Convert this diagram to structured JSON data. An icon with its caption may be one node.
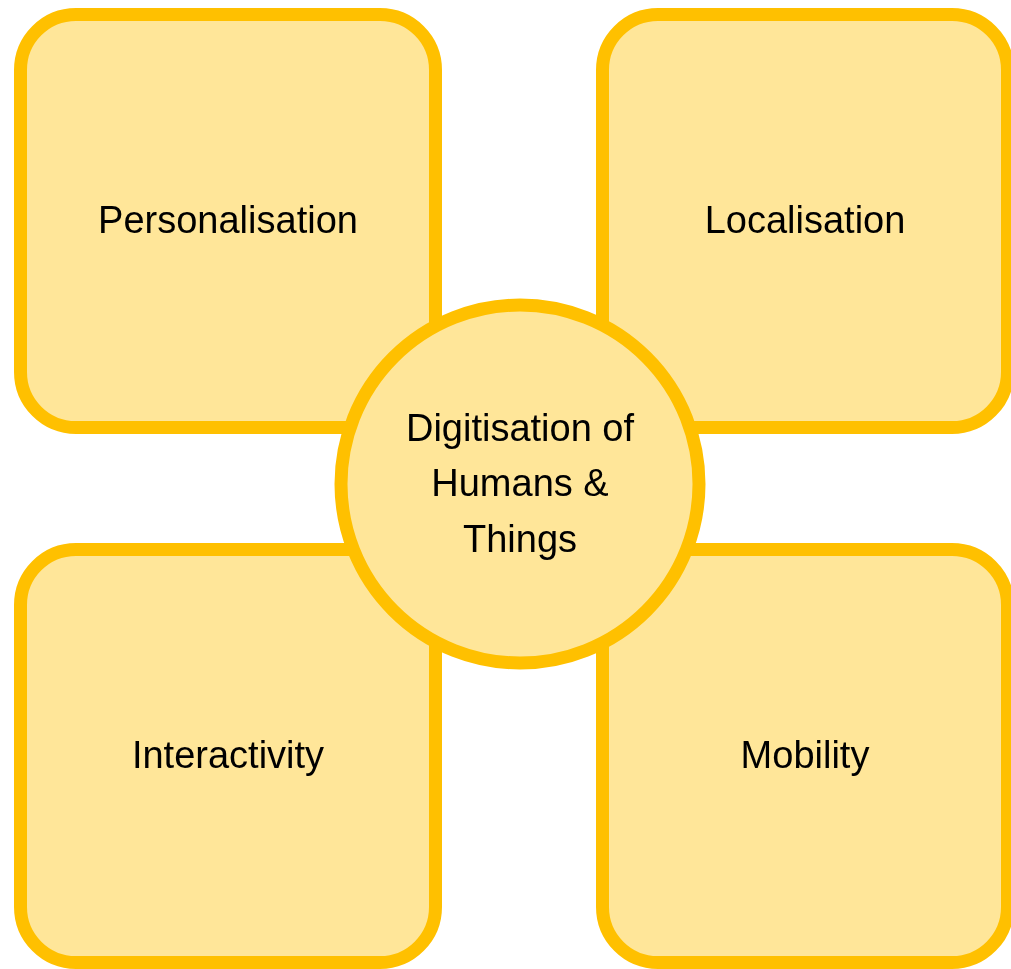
{
  "diagram": {
    "nodes": [
      {
        "text": [
          "Personalisation"
        ]
      },
      {
        "text": [
          "Localisation"
        ]
      },
      {
        "text": [
          "Digitisation of Humans & Things"
        ]
      },
      {
        "text": [
          "Interactivity"
        ]
      },
      {
        "text": [
          "Mobility"
        ]
      }
    ]
  }
}
